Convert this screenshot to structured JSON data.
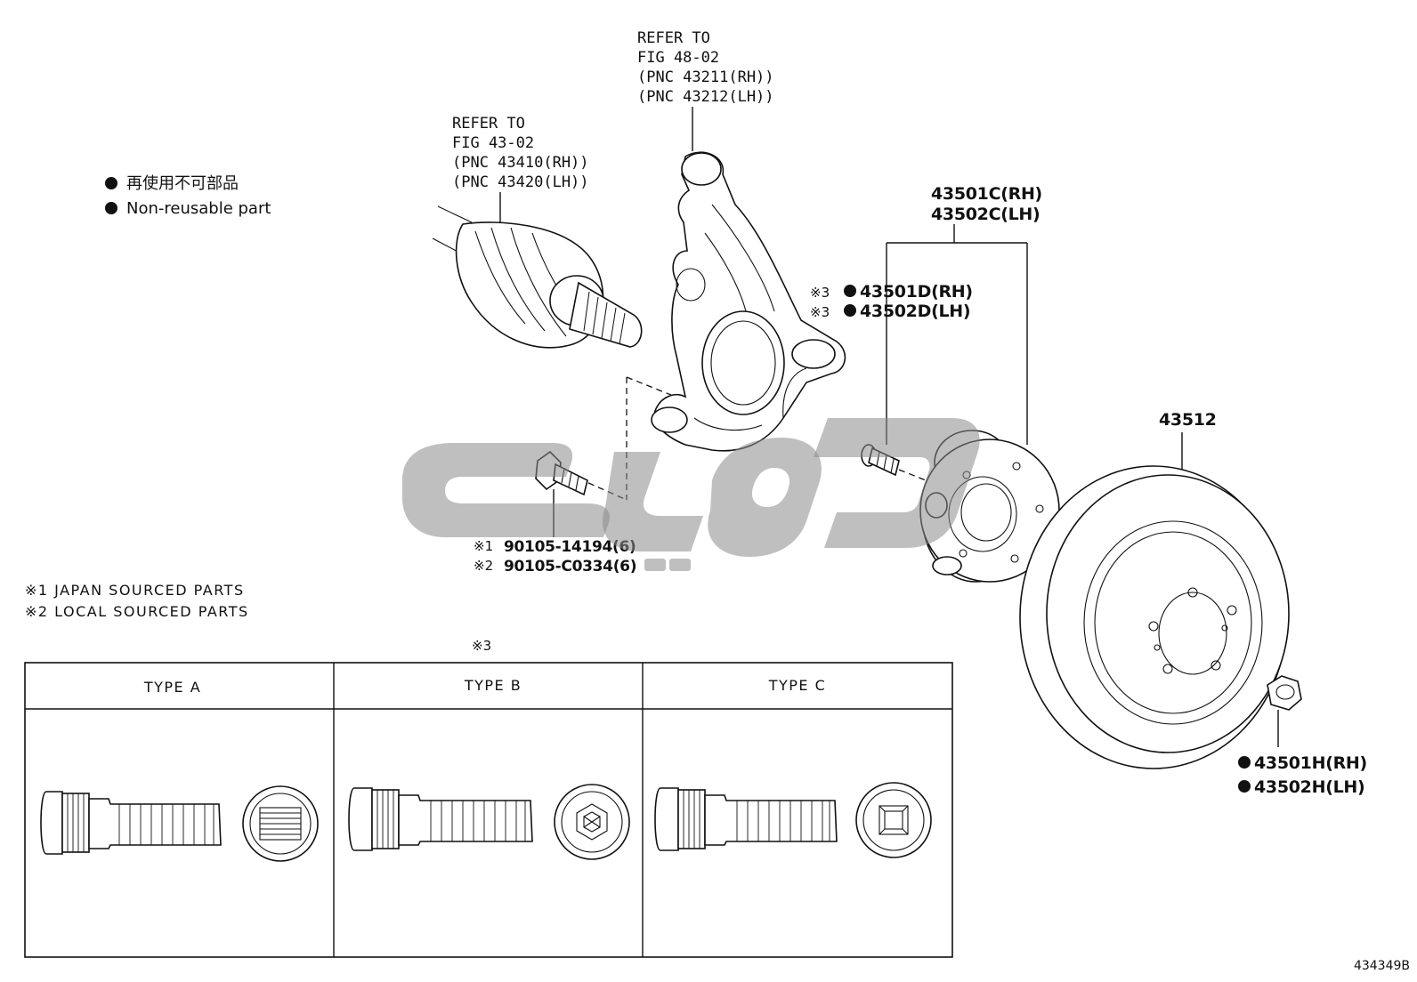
{
  "legend": {
    "bullet_jp": "再使用不可部品",
    "bullet_en": "Non-reusable part"
  },
  "refs": {
    "knuckle": [
      "REFER TO",
      "FIG 48-02",
      "(PNC 43211(RH))",
      "(PNC 43212(LH))"
    ],
    "driveshaft": [
      "REFER TO",
      "FIG 43-02",
      "(PNC 43410(RH))",
      "(PNC 43420(LH))"
    ]
  },
  "parts": {
    "hub_assy": [
      "43501C(RH)",
      "43502C(LH)"
    ],
    "hub_bolt": [
      {
        "mark": "※3",
        "code": "43501D(RH)"
      },
      {
        "mark": "※3",
        "code": "43502D(LH)"
      }
    ],
    "disc": "43512",
    "nut": [
      "43501H(RH)",
      "43502H(LH)"
    ],
    "bolt": [
      {
        "mark": "※1",
        "code": "90105-14194(6)"
      },
      {
        "mark": "※2",
        "code": "90105-C0334(6)"
      }
    ]
  },
  "notes": [
    "※1 JAPAN SOURCED PARTS",
    "※2 LOCAL SOURCED PARTS"
  ],
  "types_table": {
    "mark": "※3",
    "headers": [
      "TYPE A",
      "TYPE B",
      "TYPE C"
    ]
  },
  "figure_code": "434349B"
}
